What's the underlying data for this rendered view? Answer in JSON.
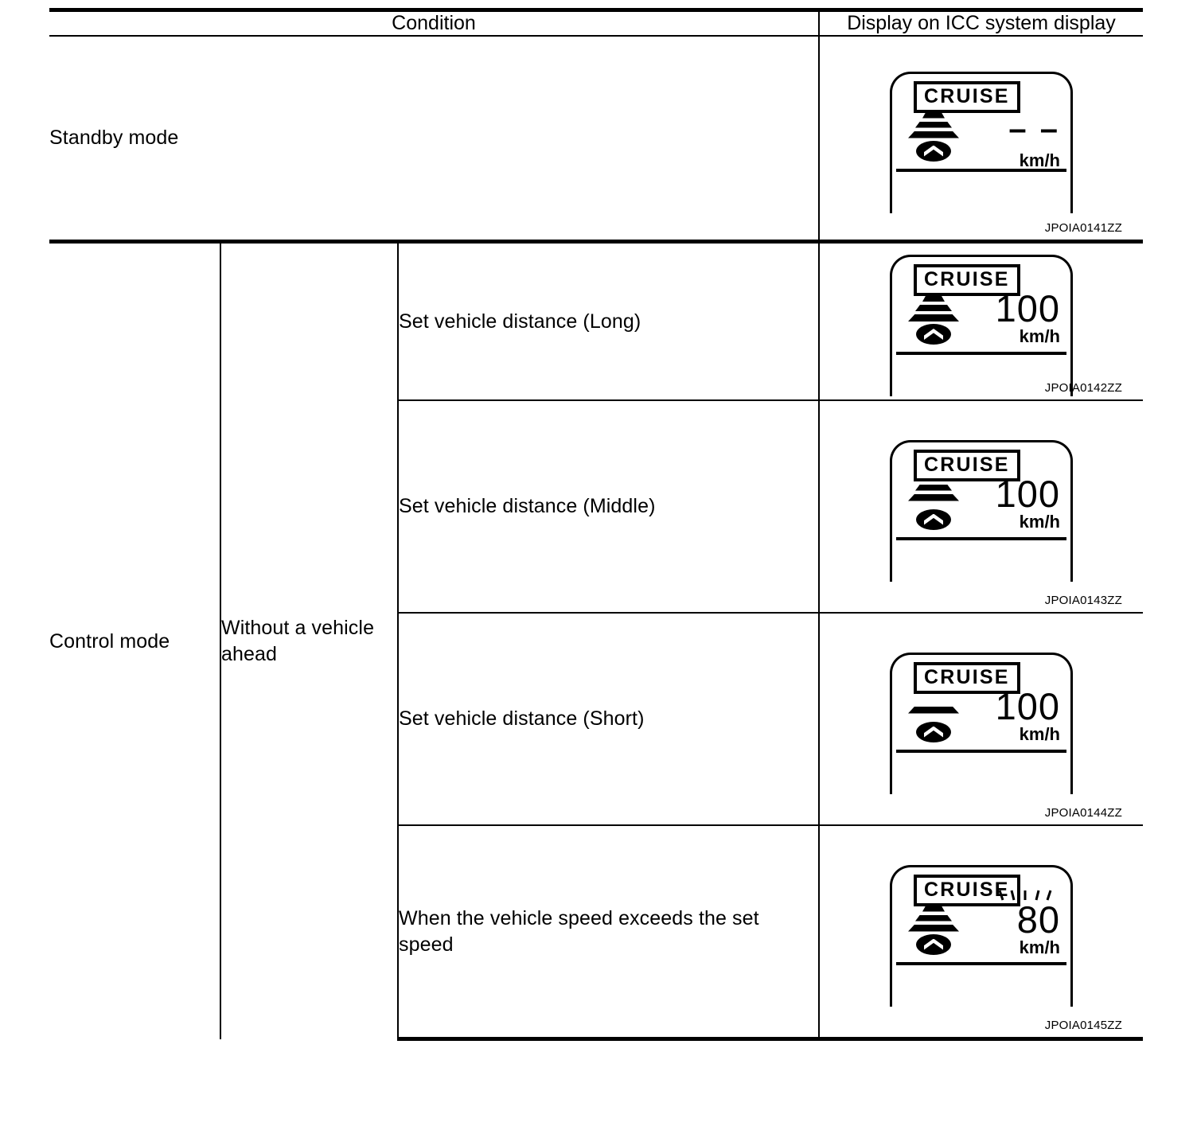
{
  "table": {
    "headers": {
      "condition": "Condition",
      "display": "Display on ICC system display"
    },
    "rows": [
      {
        "mode": "Standby mode",
        "sub": "",
        "condition": "",
        "display": {
          "badge": "CRUISE",
          "distance_level": 3,
          "speed": "– –",
          "unit": "km/h",
          "blinking": false,
          "fig_id": "JPOIA0141ZZ"
        }
      },
      {
        "mode": "Control mode",
        "sub": "Without a vehicle ahead",
        "condition": "Set vehicle distance (Long)",
        "display": {
          "badge": "CRUISE",
          "distance_level": 3,
          "speed": "100",
          "unit": "km/h",
          "blinking": false,
          "fig_id": "JPOIA0142ZZ"
        }
      },
      {
        "mode": "",
        "sub": "",
        "condition": "Set vehicle distance (Middle)",
        "display": {
          "badge": "CRUISE",
          "distance_level": 2,
          "speed": "100",
          "unit": "km/h",
          "blinking": false,
          "fig_id": "JPOIA0143ZZ"
        }
      },
      {
        "mode": "",
        "sub": "",
        "condition": "Set vehicle distance (Short)",
        "display": {
          "badge": "CRUISE",
          "distance_level": 1,
          "speed": "100",
          "unit": "km/h",
          "blinking": false,
          "fig_id": "JPOIA0144ZZ"
        }
      },
      {
        "mode": "",
        "sub": "",
        "condition": "When the vehicle speed exceeds the set speed",
        "display": {
          "badge": "CRUISE",
          "distance_level": 3,
          "speed": "80",
          "unit": "km/h",
          "blinking": true,
          "fig_id": "JPOIA0145ZZ"
        }
      }
    ]
  },
  "colors": {
    "ink": "#000000",
    "paper": "#ffffff"
  }
}
